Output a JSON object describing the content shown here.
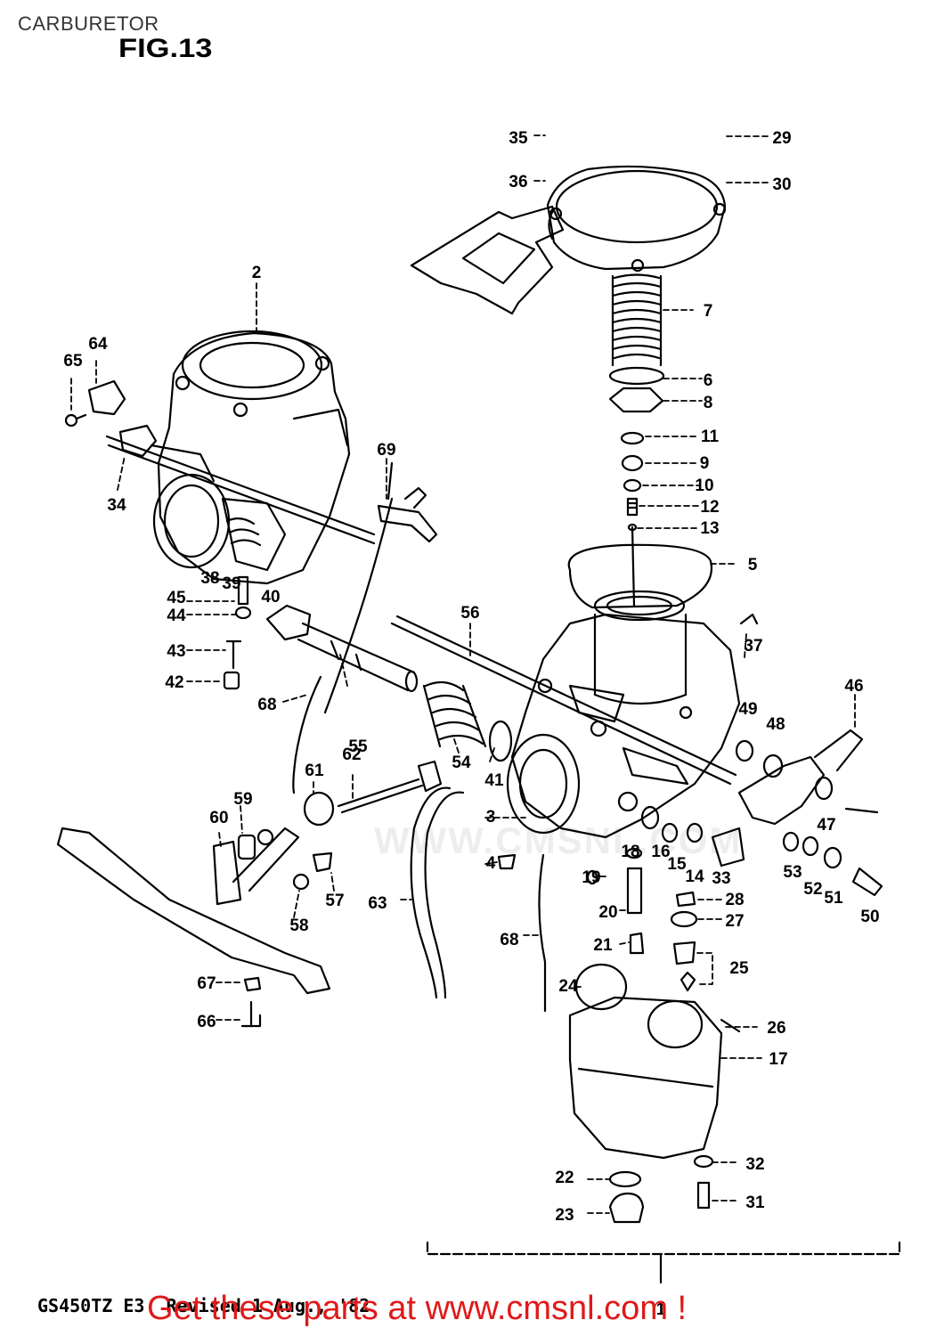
{
  "header": {
    "title": "CARBURETOR",
    "figure": "FIG.13"
  },
  "footer": {
    "model_ref": "GS450TZ E3  Revised 1 Aug., '82",
    "promo": "Get these parts at www.cmsnl.com !"
  },
  "watermark": "WWW.CMSNL.COM",
  "colors": {
    "line": "#000000",
    "promo": "#e01919",
    "background": "#ffffff"
  },
  "parts": [
    {
      "num": "1"
    },
    {
      "num": "2"
    },
    {
      "num": "3"
    },
    {
      "num": "4"
    },
    {
      "num": "5"
    },
    {
      "num": "6"
    },
    {
      "num": "7"
    },
    {
      "num": "8"
    },
    {
      "num": "9"
    },
    {
      "num": "10"
    },
    {
      "num": "11"
    },
    {
      "num": "12"
    },
    {
      "num": "13"
    },
    {
      "num": "14"
    },
    {
      "num": "15"
    },
    {
      "num": "16"
    },
    {
      "num": "17"
    },
    {
      "num": "18"
    },
    {
      "num": "19"
    },
    {
      "num": "20"
    },
    {
      "num": "21"
    },
    {
      "num": "22"
    },
    {
      "num": "23"
    },
    {
      "num": "24"
    },
    {
      "num": "25"
    },
    {
      "num": "26"
    },
    {
      "num": "27"
    },
    {
      "num": "28"
    },
    {
      "num": "29"
    },
    {
      "num": "30"
    },
    {
      "num": "31"
    },
    {
      "num": "32"
    },
    {
      "num": "33"
    },
    {
      "num": "34"
    },
    {
      "num": "35"
    },
    {
      "num": "36"
    },
    {
      "num": "37"
    },
    {
      "num": "38"
    },
    {
      "num": "39"
    },
    {
      "num": "40"
    },
    {
      "num": "41"
    },
    {
      "num": "42"
    },
    {
      "num": "43"
    },
    {
      "num": "44"
    },
    {
      "num": "45"
    },
    {
      "num": "46"
    },
    {
      "num": "47"
    },
    {
      "num": "48"
    },
    {
      "num": "49"
    },
    {
      "num": "50"
    },
    {
      "num": "51"
    },
    {
      "num": "52"
    },
    {
      "num": "53"
    },
    {
      "num": "54"
    },
    {
      "num": "55"
    },
    {
      "num": "56"
    },
    {
      "num": "57"
    },
    {
      "num": "58"
    },
    {
      "num": "59"
    },
    {
      "num": "60"
    },
    {
      "num": "61"
    },
    {
      "num": "62"
    },
    {
      "num": "63"
    },
    {
      "num": "64"
    },
    {
      "num": "65"
    },
    {
      "num": "66"
    },
    {
      "num": "67"
    },
    {
      "num": "68"
    },
    {
      "num": "68"
    },
    {
      "num": "69"
    }
  ]
}
